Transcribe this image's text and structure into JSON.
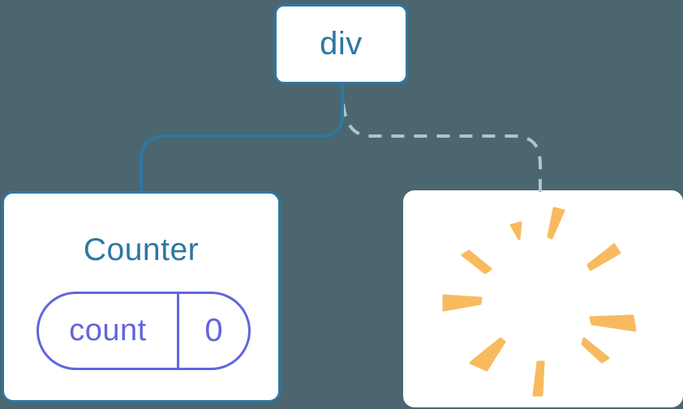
{
  "diagram": {
    "background_color": "#4B666E",
    "root_node": {
      "label": "div",
      "color": "#2D77A4"
    },
    "edges": [
      {
        "id": "root-to-counter",
        "style": "solid",
        "color": "#2D77A4"
      },
      {
        "id": "root-to-removed",
        "style": "dashed",
        "color": "#A8C6DA"
      }
    ],
    "counter_node": {
      "title": "Counter",
      "state_pill": {
        "key": "count",
        "value": "0",
        "accent_color": "#6365DC"
      }
    },
    "removed_node": {
      "icon": "poof-icon",
      "icon_color": "#F9BA5F"
    }
  }
}
